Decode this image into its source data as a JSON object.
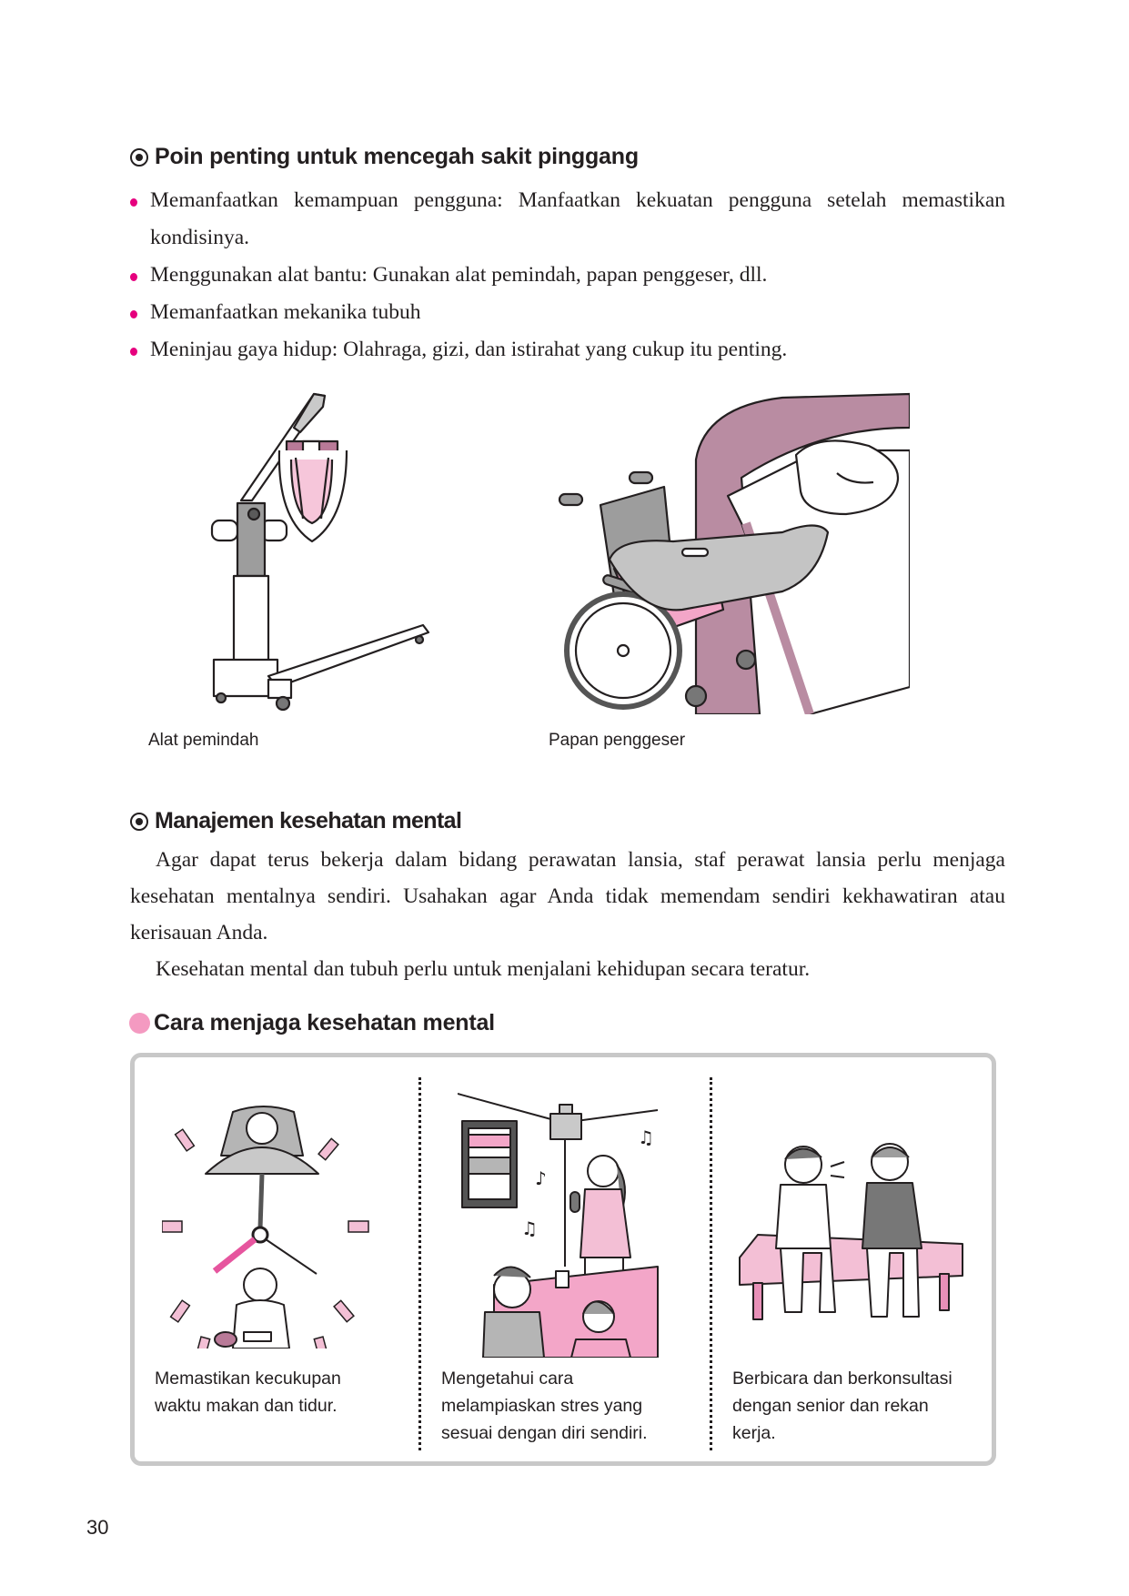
{
  "section1": {
    "heading": "Poin penting untuk mencegah sakit pinggang",
    "heading_icon": "target-bullet-icon",
    "bullets": [
      {
        "text": "Memanfaatkan kemampuan pengguna: Manfaatkan kekuatan pengguna setelah memastikan kondisinya."
      },
      {
        "text": "Menggunakan alat bantu: Gunakan alat pemindah, papan penggeser, dll."
      },
      {
        "text": "Memanfaatkan mekanika tubuh"
      },
      {
        "text": "Meninjau gaya hidup: Olahraga, gizi, dan istirahat yang cukup itu penting."
      }
    ],
    "bullet_color": "#e6007e"
  },
  "figures": [
    {
      "caption": "Alat pemindah",
      "illustration": "patient-lift-illustration"
    },
    {
      "caption": "Papan penggeser",
      "illustration": "sliding-board-wheelchair-bed-illustration"
    }
  ],
  "section2": {
    "heading": "Manajemen kesehatan mental",
    "heading_icon": "target-bullet-icon",
    "paragraphs": [
      "Agar dapat terus bekerja dalam bidang perawatan lansia, staf perawat lansia perlu menjaga kesehatan mentalnya sendiri. Usahakan agar Anda tidak memendam sendiri kekhawatiran atau kerisauan Anda.",
      "Kesehatan mental dan tubuh perlu untuk menjalani kehidupan secara teratur."
    ]
  },
  "section3": {
    "heading": "Cara menjaga kesehatan mental",
    "heading_icon": "pink-dot-icon",
    "accent_color": "#f49ac1",
    "tips": [
      {
        "line1": "Memastikan kecukupan",
        "line2": "waktu makan dan tidur.",
        "line3": "",
        "illustration": "clock-sleep-eat-illustration"
      },
      {
        "line1": "Mengetahui cara",
        "line2": "melampiaskan stres yang",
        "line3": "sesuai dengan diri sendiri.",
        "illustration": "karaoke-illustration"
      },
      {
        "line1": "Berbicara dan berkonsultasi",
        "line2": "dengan senior dan rekan",
        "line3": "kerja.",
        "illustration": "talking-on-bench-illustration"
      }
    ]
  },
  "page_number": "30"
}
